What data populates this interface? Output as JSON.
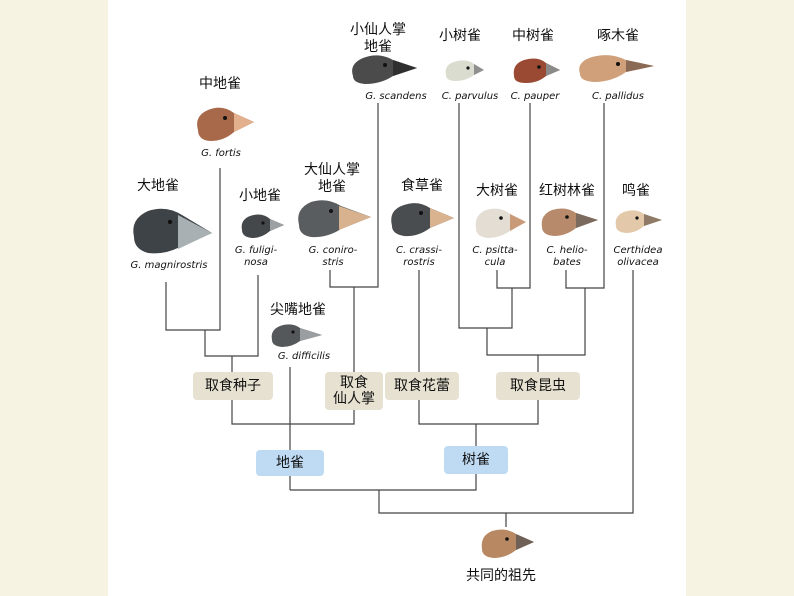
{
  "colors": {
    "panel": "#ffffff",
    "page": "#f6f3e2",
    "line": "#444444",
    "food_box": "#e6e1d0",
    "habitat_box": "#bfdaf3"
  },
  "finches": {
    "g_scandens": {
      "name": "小仙人掌\n地雀",
      "latin": "G. scandens",
      "icon": "finch-head-icon"
    },
    "c_parvulus": {
      "name": "小树雀",
      "latin": "C. parvulus",
      "icon": "finch-head-icon"
    },
    "c_pauper": {
      "name": "中树雀",
      "latin": "C. pauper",
      "icon": "finch-head-icon"
    },
    "c_pallidus": {
      "name": "啄木雀",
      "latin": "C. pallidus",
      "icon": "finch-head-icon"
    },
    "g_fortis": {
      "name": "中地雀",
      "latin": "G. fortis",
      "icon": "finch-head-icon"
    },
    "g_magnirostris": {
      "name": "大地雀",
      "latin": "G. magnirostris",
      "icon": "finch-head-icon"
    },
    "g_fuliginosa": {
      "name": "小地雀",
      "latin": "G. fuligi-\nnosa",
      "icon": "finch-head-icon"
    },
    "g_conirostris": {
      "name": "大仙人掌\n地雀",
      "latin": "G. coniro-\nstris",
      "icon": "finch-head-icon"
    },
    "c_crassirostris": {
      "name": "食草雀",
      "latin": "C. crassi-\nrostris",
      "icon": "finch-head-icon"
    },
    "c_psittacula": {
      "name": "大树雀",
      "latin": "C. psitta-\ncula",
      "icon": "finch-head-icon"
    },
    "c_heliobates": {
      "name": "红树林雀",
      "latin": "C. helio-\nbates",
      "icon": "finch-head-icon"
    },
    "certhidea": {
      "name": "鸣雀",
      "latin": "Certhidea\nolivacea",
      "icon": "finch-head-icon"
    },
    "g_difficilis": {
      "name": "尖嘴地雀",
      "latin": "G. difficilis",
      "icon": "finch-head-icon"
    }
  },
  "diet_groups": {
    "seeds": "取食种子",
    "cactus": "取食\n仙人掌",
    "buds": "取食花蕾",
    "insects": "取食昆虫"
  },
  "habitat_groups": {
    "ground": "地雀",
    "tree": "树雀"
  },
  "ancestor": {
    "label": "共同的祖先",
    "icon": "finch-head-icon"
  }
}
